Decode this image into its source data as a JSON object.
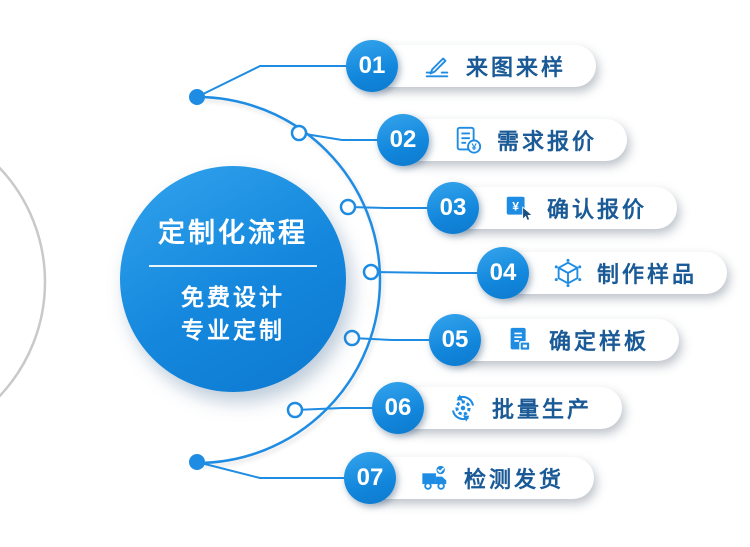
{
  "center_badge": {
    "title": "定制化流程",
    "subtitle_line1": "免费设计",
    "subtitle_line2": "专业定制"
  },
  "steps": [
    {
      "number": "01",
      "label": "来图来样",
      "icon": "drawing-sample-icon"
    },
    {
      "number": "02",
      "label": "需求报价",
      "icon": "quote-document-icon"
    },
    {
      "number": "03",
      "label": "确认报价",
      "icon": "confirm-price-icon"
    },
    {
      "number": "04",
      "label": "制作样品",
      "icon": "make-sample-icon"
    },
    {
      "number": "05",
      "label": "确定样板",
      "icon": "confirm-template-icon"
    },
    {
      "number": "06",
      "label": "批量生产",
      "icon": "mass-production-icon"
    },
    {
      "number": "07",
      "label": "检测发货",
      "icon": "delivery-truck-icon"
    }
  ],
  "colors": {
    "primary_blue": "#1E8CE3",
    "label_text": "#1A5A96",
    "arc_gray": "#C9C9C9",
    "badge_gradient_top": "#32A3EC",
    "badge_gradient_bottom": "#0D78D0"
  }
}
